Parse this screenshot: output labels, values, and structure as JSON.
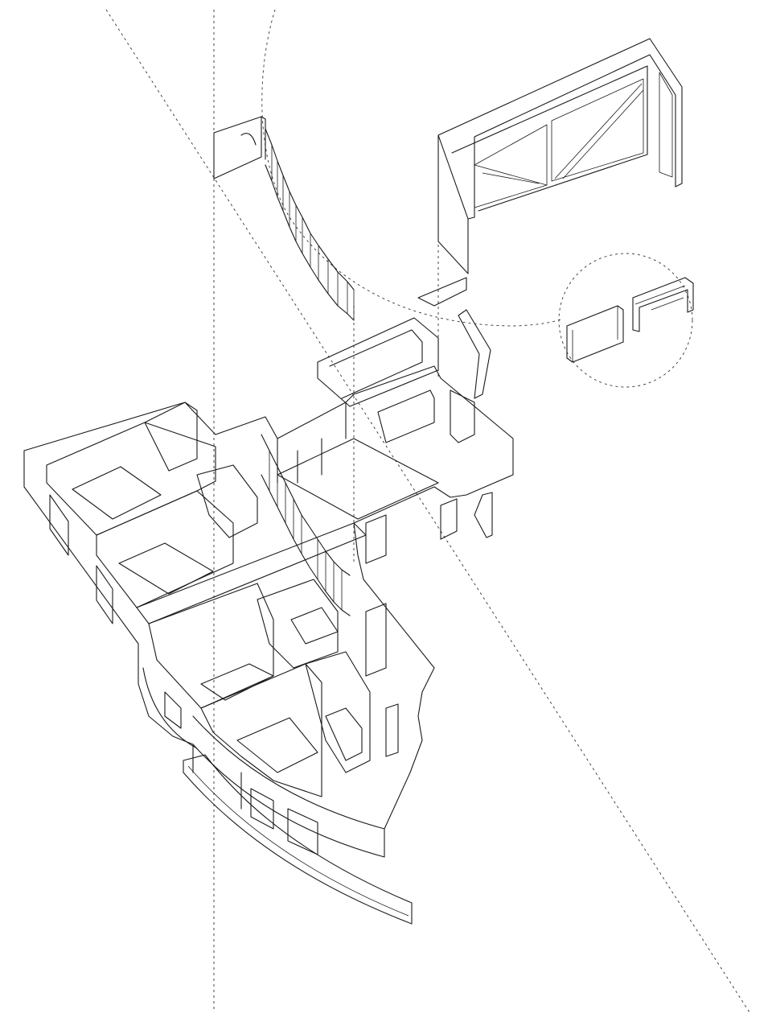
{
  "drawing": {
    "kind": "exploded-axonometric-floor-plan",
    "colors": {
      "line": "#1a1a1a",
      "guide": "#333333",
      "background": "#ffffff"
    },
    "components": [
      "roof-frame",
      "curved-screen",
      "upper-bench",
      "furniture-detail-callout",
      "main-floor-plan",
      "curved-base-rail"
    ]
  }
}
